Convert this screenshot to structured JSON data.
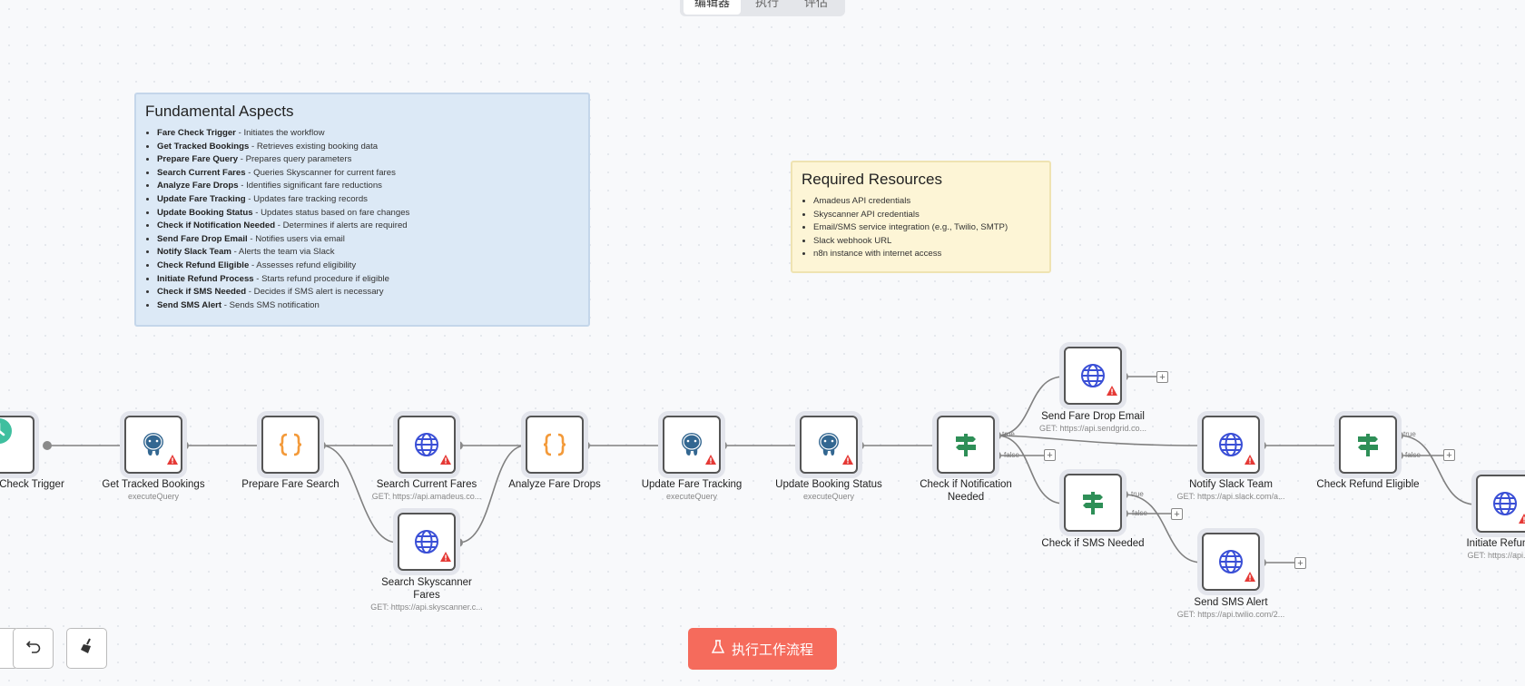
{
  "tabs": [
    "编辑器",
    "执行",
    "评估"
  ],
  "sticky_aspects": {
    "title": "Fundamental Aspects",
    "items": [
      {
        "name": "Fare Check Trigger",
        "desc": " - Initiates the workflow"
      },
      {
        "name": "Get Tracked Bookings",
        "desc": " - Retrieves existing booking data"
      },
      {
        "name": "Prepare Fare Query",
        "desc": " - Prepares query parameters"
      },
      {
        "name": "Search Current Fares",
        "desc": " - Queries Skyscanner for current fares"
      },
      {
        "name": "Analyze Fare Drops",
        "desc": " - Identifies significant fare reductions"
      },
      {
        "name": "Update Fare Tracking",
        "desc": " - Updates fare tracking records"
      },
      {
        "name": "Update Booking Status",
        "desc": " - Updates status based on fare changes"
      },
      {
        "name": "Check if Notification Needed",
        "desc": " - Determines if alerts are required"
      },
      {
        "name": "Send Fare Drop Email",
        "desc": " - Notifies users via email"
      },
      {
        "name": "Notify Slack Team",
        "desc": " - Alerts the team via Slack"
      },
      {
        "name": "Check Refund Eligible",
        "desc": " - Assesses refund eligibility"
      },
      {
        "name": "Initiate Refund Process",
        "desc": " - Starts refund procedure if eligible"
      },
      {
        "name": "Check if SMS Needed",
        "desc": " - Decides if SMS alert is necessary"
      },
      {
        "name": "Send SMS Alert",
        "desc": " - Sends SMS notification"
      }
    ]
  },
  "sticky_resources": {
    "title": "Required Resources",
    "items": [
      "Amadeus API credentials",
      "Skyscanner API credentials",
      "Email/SMS service integration (e.g., Twilio, SMTP)",
      "Slack webhook URL",
      "n8n instance with internet access"
    ]
  },
  "nodes": {
    "trigger": {
      "label": "Check Trigger",
      "icon": "clock-icon"
    },
    "get_tracked": {
      "label": "Get Tracked Bookings",
      "sub": "executeQuery",
      "icon": "postgres-icon"
    },
    "prepare": {
      "label": "Prepare Fare Search",
      "icon": "code-braces-icon"
    },
    "search_current": {
      "label": "Search Current Fares",
      "sub": "GET: https://api.amadeus.co...",
      "icon": "globe-icon"
    },
    "search_sky": {
      "label": "Search Skyscanner Fares",
      "sub": "GET: https://api.skyscanner.c...",
      "icon": "globe-icon"
    },
    "analyze": {
      "label": "Analyze Fare Drops",
      "icon": "code-braces-icon"
    },
    "update_tracking": {
      "label": "Update Fare Tracking",
      "sub": "executeQuery",
      "icon": "postgres-icon"
    },
    "update_status": {
      "label": "Update Booking Status",
      "sub": "executeQuery",
      "icon": "postgres-icon"
    },
    "check_notif": {
      "label": "Check if Notification Needed",
      "icon": "signpost-icon"
    },
    "send_email": {
      "label": "Send Fare Drop Email",
      "sub": "GET: https://api.sendgrid.co...",
      "icon": "globe-icon"
    },
    "check_sms": {
      "label": "Check if SMS Needed",
      "icon": "signpost-icon"
    },
    "notify_slack": {
      "label": "Notify Slack Team",
      "sub": "GET: https://api.slack.com/a...",
      "icon": "globe-icon"
    },
    "send_sms": {
      "label": "Send SMS Alert",
      "sub": "GET: https://api.twilio.com/2...",
      "icon": "globe-icon"
    },
    "check_refund": {
      "label": "Check Refund Eligible",
      "icon": "signpost-icon"
    },
    "initiate_refund": {
      "label": "Initiate Refund P",
      "sub": "GET: https://api.airlin",
      "icon": "globe-icon"
    }
  },
  "edge_labels": {
    "true": "true",
    "false": "false"
  },
  "run_button": "执行工作流程",
  "colors": {
    "accent": "#f56b5c",
    "clock": "#3fbf9f",
    "braces": "#f39a3a",
    "globe": "#3a4fd6",
    "signpost": "#2e8f57",
    "postgres": "#336791",
    "warn": "#e53935"
  }
}
